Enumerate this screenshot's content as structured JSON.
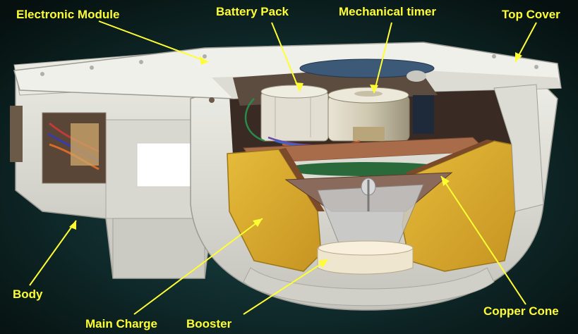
{
  "colors": {
    "label": "#ffff33",
    "leader": "#ffff33",
    "background": "#0a1a1e",
    "body": "#dcdcd6",
    "body_shadow": "#b8b8b0",
    "charge": "#d9ad2c",
    "charge_dark": "#b88a1c",
    "copper": "#9a5a2a",
    "plate": "#a86c4a"
  },
  "labels": {
    "electronic_module": "Electronic Module",
    "battery_pack": "Battery Pack",
    "mechanical_timer": "Mechanical timer",
    "top_cover": "Top Cover",
    "body": "Body",
    "main_charge": "Main Charge",
    "booster": "Booster",
    "copper_cone": "Copper Cone"
  }
}
